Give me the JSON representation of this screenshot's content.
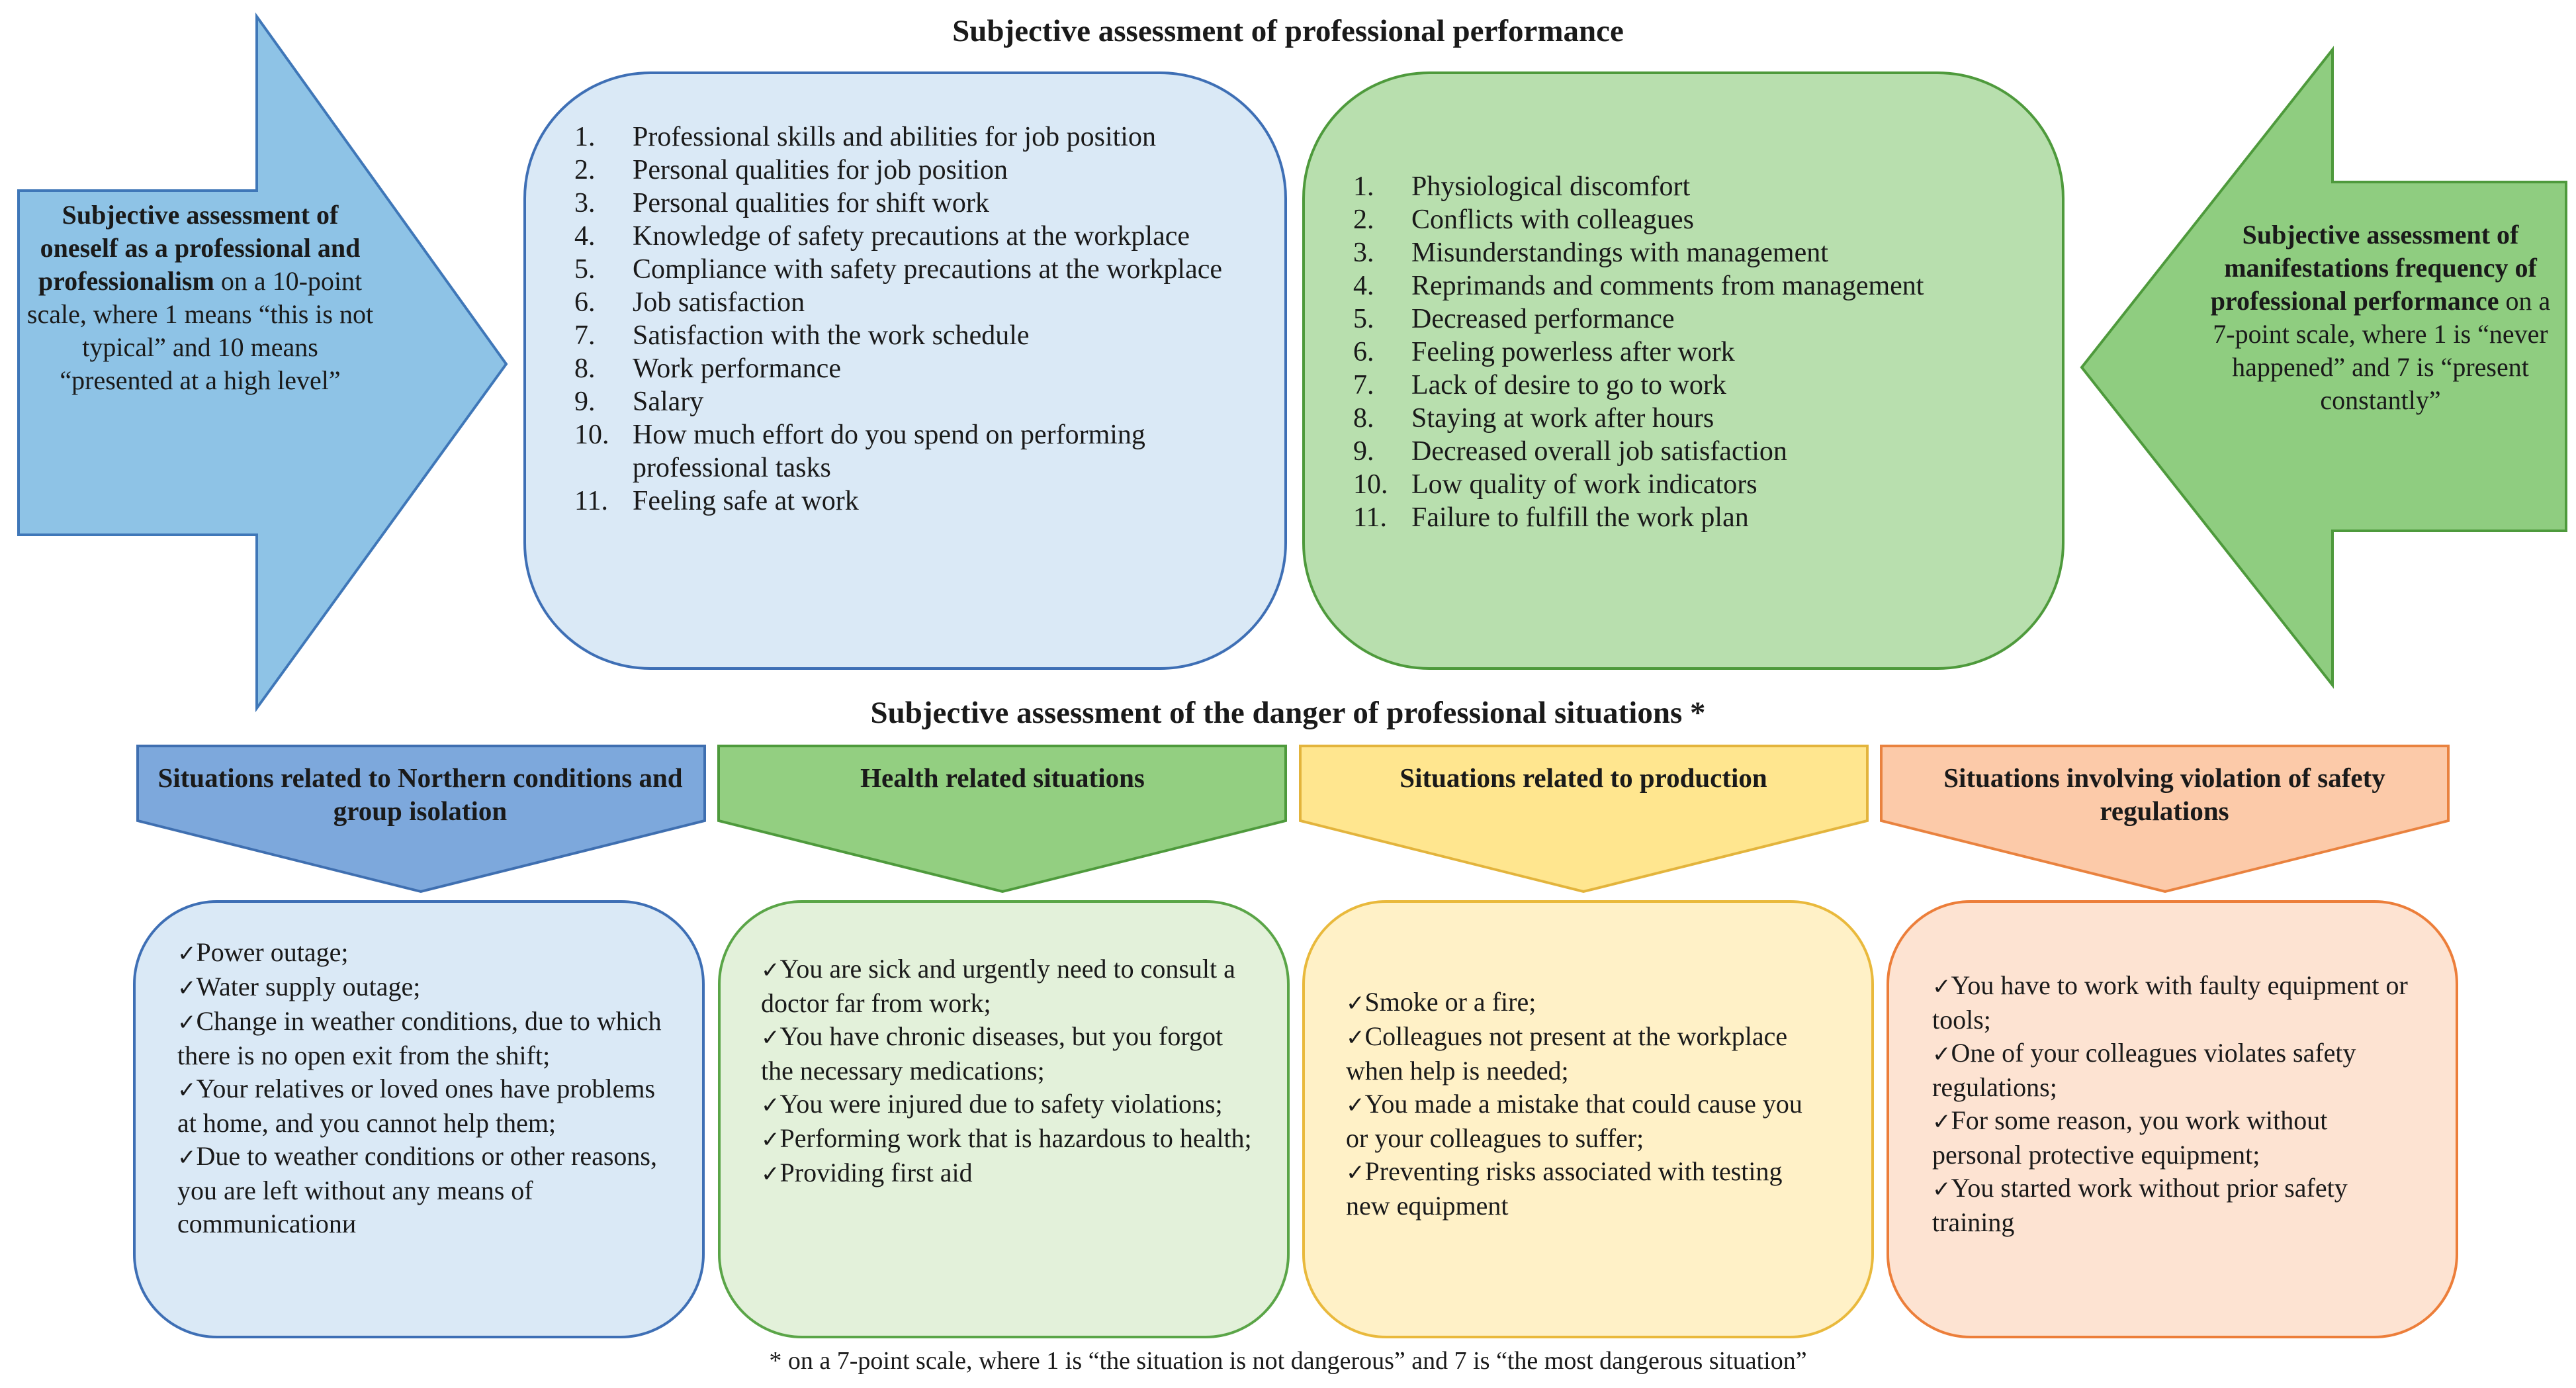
{
  "titles": {
    "top": "Subjective assessment of professional performance",
    "middle": "Subjective assessment of the danger of professional situations *"
  },
  "left_arrow": {
    "bold": "Subjective assessment of oneself as a professional and professionalism",
    "normal": " on a 10-point scale, where 1 means “this is not typical” and 10 means “presented at a high level”"
  },
  "right_arrow": {
    "bold": "Subjective assessment of manifestations frequency of professional performance",
    "normal": " on a 7-point scale, where 1 is “never happened” and 7 is “present constantly”"
  },
  "blue_list": [
    "Professional skills and abilities for job position",
    "Personal qualities for job position",
    "Personal qualities for shift work",
    "Knowledge of safety precautions at the workplace",
    "Compliance with safety precautions at the workplace",
    "Job satisfaction",
    "Satisfaction with the work schedule",
    "Work performance",
    "Salary",
    "How much effort do you spend on performing professional tasks",
    "Feeling safe at work"
  ],
  "green_list": [
    "Physiological discomfort",
    "Conflicts with colleagues",
    "Misunderstandings with management",
    "Reprimands and comments from management",
    "Decreased performance",
    "Feeling powerless after work",
    "Lack of desire to go to work",
    "Staying at work after hours",
    "Decreased overall job satisfaction",
    "Low quality of work indicators",
    "Failure to fulfill the work plan"
  ],
  "categories": [
    {
      "header": "Situations related to Northern conditions and group isolation",
      "items": [
        "Power outage;",
        "Water supply outage;",
        "Change in weather conditions, due to which there is no open exit from the shift;",
        "Your relatives or loved ones have problems at home, and you cannot help them;",
        "Due to weather conditions or other reasons, you are left without any means of communicationи"
      ]
    },
    {
      "header": "Health related situations",
      "items": [
        "You are sick and urgently need to consult a doctor far from work;",
        "You have chronic diseases, but you forgot the necessary medications;",
        "You were injured due to safety violations;",
        "Performing work that is hazardous to health;",
        "Providing first aid"
      ]
    },
    {
      "header": "Situations related to production",
      "items": [
        "Smoke or a fire;",
        "Colleagues not present at the workplace when help is needed;",
        "You made a mistake that could cause you or your colleagues to suffer;",
        "Preventing risks associated with testing new equipment"
      ]
    },
    {
      "header": "Situations involving violation of safety regulations",
      "items": [
        "You have to work with faulty equipment or tools;",
        "One of your colleagues violates safety regulations;",
        "For some reason, you work without personal protective equipment;",
        "You started work without prior safety training"
      ]
    }
  ],
  "footnote": "* on a 7-point scale, where 1 is “the situation is not dangerous” and 7 is “the most dangerous situation”",
  "colors": {
    "blue_arrow": "#8ec3e6",
    "blue_box_fill": "#dae9f6",
    "blue_box_stroke": "#3e6fb5",
    "green_box_fill": "#b8dfae",
    "green_arrow": "#8fcd80",
    "green_stroke": "#4e9a3c",
    "cat1": "#7da8dc",
    "cat2": "#93cf81",
    "cat3": "#ffe68f",
    "cat4": "#fccaa9"
  }
}
